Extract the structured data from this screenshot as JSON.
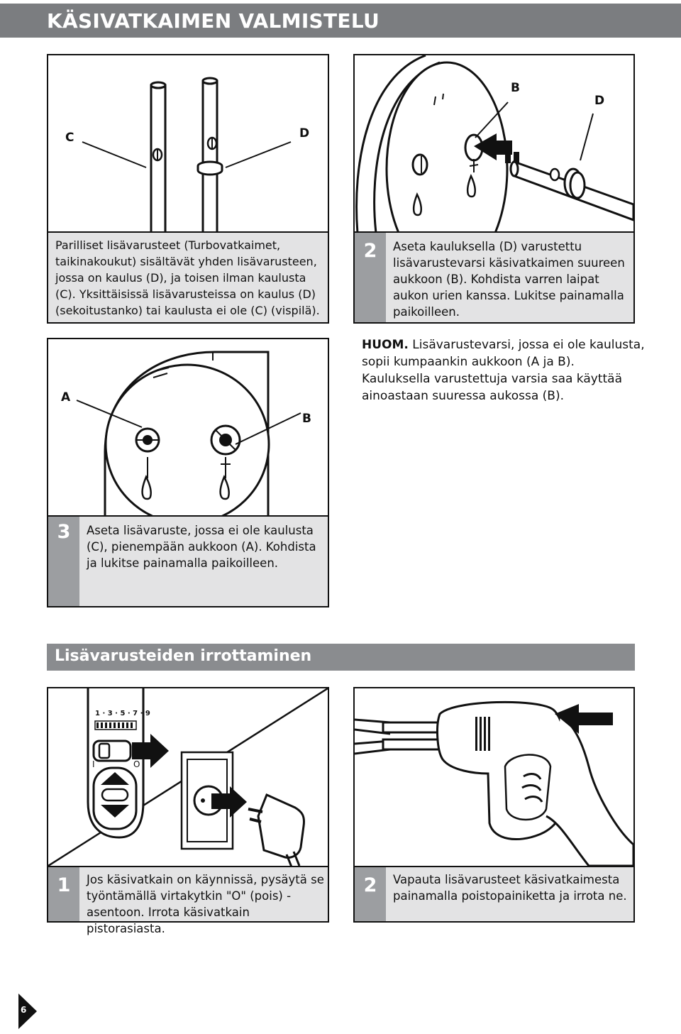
{
  "header": {
    "title": "KÄSIVATKAIMEN VALMISTELU"
  },
  "fig1": {
    "label_c": "C",
    "label_d": "D"
  },
  "caption1": {
    "text": "Parilliset lisävarusteet (Turbovatkaimet, taikinakoukut) sisältävät yhden lisävarusteen, jossa on kaulus (D), ja toisen ilman kaulusta (C). Yksittäisissä lisävarusteissa on kaulus (D) (sekoitustanko) tai kaulusta ei ole (C) (vispilä)."
  },
  "fig2": {
    "label_b": "B",
    "label_d": "D"
  },
  "step2": {
    "number": "2",
    "text": "Aseta kauluksella (D) varustettu lisävarustevarsi käsivatkaimen suureen aukkoon (B). Kohdista varren laipat aukon urien kanssa. Lukitse painamalla paikoilleen."
  },
  "fig3": {
    "label_a": "A",
    "label_b": "B"
  },
  "note": {
    "bold": "HUOM.",
    "text": " Lisävarustevarsi, jossa ei ole kaulusta, sopii kumpaankin aukkoon (A ja B). Kauluksella varustettuja varsia saa käyttää ainoastaan suuressa aukossa (B)."
  },
  "step3": {
    "number": "3",
    "text": "Aseta lisävaruste, jossa ei ole kaulusta (C), pienempään aukkoon (A). Kohdista ja lukitse painamalla paikoilleen."
  },
  "section": {
    "title": "Lisävarusteiden irrottaminen"
  },
  "fig4": {
    "speed_scale": "1 · 3 · 5 · 7 · 9",
    "switch_on": "I",
    "switch_off": "O"
  },
  "remove1": {
    "number": "1",
    "text": "Jos käsivatkain on käynnissä, pysäytä se työntämällä virtakytkin \"O\" (pois) -asentoon. Irrota käsivatkain pistorasiasta."
  },
  "remove2": {
    "number": "2",
    "text": "Vapauta lisävarusteet käsivatkaimesta painamalla poistopainiketta ja irrota ne."
  },
  "page": {
    "number": "6"
  },
  "colors": {
    "header_bg": "#7b7d80",
    "caption_bg": "#e3e3e4",
    "number_bg": "#9c9ea1"
  }
}
